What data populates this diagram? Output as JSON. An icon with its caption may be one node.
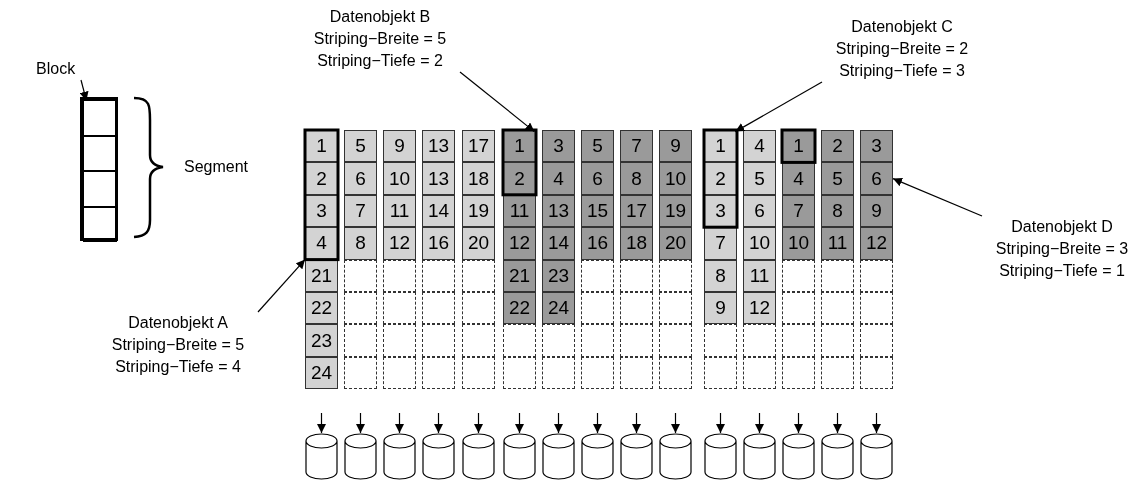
{
  "diagram": {
    "nodes": [
      {
        "text": [
          "Datenobjekt B",
          "Striping−Breite = 5",
          "Striping−Tiefe = 2"
        ]
      },
      {
        "text": [
          "Datenobjekt C",
          "Striping−Breite = 2",
          "Striping−Tiefe = 3"
        ]
      },
      {
        "text": [
          "Block"
        ]
      },
      {
        "text": [],
        "shape": "box"
      },
      {
        "text": [],
        "shape": "box",
        "in": 3
      },
      {
        "text": [],
        "shape": "box",
        "in": 3
      },
      {
        "text": [],
        "shape": "box",
        "in": 3
      },
      {
        "text": [],
        "shape": "box",
        "in": 3
      },
      {
        "text": [
          "1"
        ]
      },
      {
        "text": [
          "5"
        ]
      },
      {
        "text": [
          "9"
        ]
      },
      {
        "text": [
          "13"
        ]
      },
      {
        "text": [
          "17"
        ]
      },
      {
        "text": [
          "1"
        ]
      },
      {
        "text": [
          "3"
        ]
      },
      {
        "text": [
          "5"
        ]
      },
      {
        "text": [
          "7"
        ]
      },
      {
        "text": [
          "9"
        ]
      },
      {
        "text": [
          "1"
        ]
      },
      {
        "text": [
          "4"
        ]
      },
      {
        "text": [
          "1"
        ]
      },
      {
        "text": [
          "2"
        ]
      },
      {
        "text": [
          "3"
        ]
      },
      {
        "text": [
          "2"
        ]
      },
      {
        "text": [
          "6"
        ]
      },
      {
        "text": [
          "10"
        ]
      },
      {
        "text": [
          "13"
        ]
      },
      {
        "text": [
          "18"
        ]
      },
      {
        "text": [
          "2"
        ]
      },
      {
        "text": [
          "4"
        ]
      },
      {
        "text": [
          "6"
        ]
      },
      {
        "text": [
          "8"
        ]
      },
      {
        "text": [
          "10"
        ]
      },
      {
        "text": [
          "2"
        ]
      },
      {
        "text": [
          "5"
        ]
      },
      {
        "text": [
          "4"
        ]
      },
      {
        "text": [
          "5"
        ]
      },
      {
        "text": [
          "6"
        ]
      },
      {
        "text": [
          "3"
        ]
      },
      {
        "text": [
          "7"
        ]
      },
      {
        "text": [
          "11"
        ]
      },
      {
        "text": [
          "14"
        ]
      },
      {
        "text": [
          "19"
        ]
      },
      {
        "text": [
          "11"
        ]
      },
      {
        "text": [
          "13"
        ]
      },
      {
        "text": [
          "15"
        ]
      },
      {
        "text": [
          "17"
        ]
      },
      {
        "text": [
          "19"
        ]
      },
      {
        "text": [
          "3"
        ]
      },
      {
        "text": [
          "6"
        ]
      },
      {
        "text": [
          "7"
        ]
      },
      {
        "text": [
          "8"
        ]
      },
      {
        "text": [
          "9"
        ]
      },
      {
        "text": [
          "4"
        ]
      },
      {
        "text": [
          "8"
        ]
      },
      {
        "text": [
          "12"
        ]
      },
      {
        "text": [
          "16"
        ]
      },
      {
        "text": [
          "20"
        ]
      },
      {
        "text": [
          "12"
        ]
      },
      {
        "text": [
          "14"
        ]
      },
      {
        "text": [
          "16"
        ]
      },
      {
        "text": [
          "18"
        ]
      },
      {
        "text": [
          "20"
        ]
      },
      {
        "text": [
          "7"
        ]
      },
      {
        "text": [
          "10"
        ]
      },
      {
        "text": [
          "10"
        ]
      },
      {
        "text": [
          "11"
        ]
      },
      {
        "text": [
          "12"
        ]
      },
      {
        "text": [
          "21"
        ]
      },
      {
        "text": [],
        "shape": "box"
      },
      {
        "text": [],
        "shape": "box"
      },
      {
        "text": [],
        "shape": "box"
      },
      {
        "text": [],
        "shape": "box"
      },
      {
        "text": [
          "21"
        ]
      },
      {
        "text": [
          "23"
        ]
      },
      {
        "text": [],
        "shape": "box"
      },
      {
        "text": [],
        "shape": "box"
      },
      {
        "text": [],
        "shape": "box"
      },
      {
        "text": [
          "8"
        ]
      },
      {
        "text": [
          "11"
        ]
      },
      {
        "text": [],
        "shape": "box"
      },
      {
        "text": [],
        "shape": "box"
      },
      {
        "text": [],
        "shape": "box"
      },
      {
        "text": [
          "22"
        ]
      },
      {
        "text": [],
        "shape": "box"
      },
      {
        "text": [],
        "shape": "box"
      },
      {
        "text": [],
        "shape": "box"
      },
      {
        "text": [],
        "shape": "box"
      },
      {
        "text": [
          "22"
        ]
      },
      {
        "text": [
          "24"
        ]
      },
      {
        "text": [],
        "shape": "box"
      },
      {
        "text": [],
        "shape": "box"
      },
      {
        "text": [],
        "shape": "box"
      },
      {
        "text": [
          "9"
        ]
      },
      {
        "text": [
          "12"
        ]
      },
      {
        "text": [],
        "shape": "box"
      },
      {
        "text": [],
        "shape": "box"
      },
      {
        "text": [],
        "shape": "box"
      },
      {
        "text": [
          "23"
        ]
      },
      {
        "text": [],
        "shape": "box"
      },
      {
        "text": [],
        "shape": "box"
      },
      {
        "text": [],
        "shape": "box"
      },
      {
        "text": [],
        "shape": "box"
      },
      {
        "text": [],
        "shape": "box"
      },
      {
        "text": [],
        "shape": "box"
      },
      {
        "text": [],
        "shape": "box"
      },
      {
        "text": [],
        "shape": "box"
      },
      {
        "text": [],
        "shape": "box"
      },
      {
        "text": [],
        "shape": "box"
      },
      {
        "text": [],
        "shape": "box"
      },
      {
        "text": [],
        "shape": "box"
      },
      {
        "text": [],
        "shape": "box"
      },
      {
        "text": [],
        "shape": "box"
      },
      {
        "text": [
          "24"
        ]
      },
      {
        "text": [],
        "shape": "box"
      },
      {
        "text": [],
        "shape": "box"
      },
      {
        "text": [],
        "shape": "box"
      },
      {
        "text": [],
        "shape": "box"
      },
      {
        "text": [],
        "shape": "box"
      },
      {
        "text": [],
        "shape": "box"
      },
      {
        "text": [],
        "shape": "box"
      },
      {
        "text": [],
        "shape": "box"
      },
      {
        "text": [],
        "shape": "box"
      },
      {
        "text": [],
        "shape": "box"
      },
      {
        "text": [],
        "shape": "box"
      },
      {
        "text": [],
        "shape": "box"
      },
      {
        "text": [],
        "shape": "box"
      },
      {
        "text": [],
        "shape": "box"
      },
      {
        "text": [
          "Datenobjekt D",
          "Striping−Breite = 3",
          "Striping−Tiefe = 1"
        ]
      },
      {
        "text": [
          "Datenobjekt A",
          "Striping−Breite = 5",
          "Striping−Tiefe = 4"
        ]
      },
      {
        "text": [],
        "shape": "cylinder"
      },
      {
        "text": [],
        "shape": "cylinder"
      },
      {
        "text": [],
        "shape": "cylinder"
      },
      {
        "text": [],
        "shape": "cylinder"
      },
      {
        "text": [],
        "shape": "cylinder"
      },
      {
        "text": [],
        "shape": "cylinder"
      },
      {
        "text": [],
        "shape": "cylinder"
      },
      {
        "text": [],
        "shape": "cylinder"
      },
      {
        "text": [],
        "shape": "cylinder"
      },
      {
        "text": [],
        "shape": "cylinder"
      },
      {
        "text": [],
        "shape": "cylinder"
      },
      {
        "text": [],
        "shape": "cylinder"
      },
      {
        "text": [],
        "shape": "cylinder"
      },
      {
        "text": [],
        "shape": "cylinder"
      },
      {
        "text": [],
        "shape": "cylinder"
      }
    ],
    "edges": [
      {
        "from": 0,
        "to": 13,
        "arrow": "to"
      },
      {
        "from": 1,
        "to": 18,
        "arrow": "to"
      },
      {
        "from": 2,
        "to": 4,
        "arrow": "to"
      },
      {
        "from": 128,
        "to": 37,
        "arrow": "to"
      },
      {
        "from": 129,
        "to": 53,
        "arrow": "to"
      },
      {
        "from": null,
        "to": 130,
        "arrow": "to"
      },
      {
        "from": null,
        "to": 131,
        "arrow": "to"
      },
      {
        "from": null,
        "to": 132,
        "arrow": "to"
      },
      {
        "from": null,
        "to": 133,
        "arrow": "to"
      },
      {
        "from": null,
        "to": 134,
        "arrow": "to"
      },
      {
        "from": null,
        "to": 135,
        "arrow": "to"
      },
      {
        "from": null,
        "to": 136,
        "arrow": "to"
      },
      {
        "from": null,
        "to": 137,
        "arrow": "to"
      },
      {
        "from": null,
        "to": 138,
        "arrow": "to"
      },
      {
        "from": null,
        "to": 139,
        "arrow": "to"
      },
      {
        "from": null,
        "to": 140,
        "arrow": "to"
      },
      {
        "from": null,
        "to": 141,
        "arrow": "to"
      },
      {
        "from": null,
        "to": 142,
        "arrow": "to"
      },
      {
        "from": null,
        "to": 143,
        "arrow": "to"
      },
      {
        "from": null,
        "to": 144,
        "arrow": "to"
      }
    ],
    "labels": [
      "Segment"
    ]
  }
}
